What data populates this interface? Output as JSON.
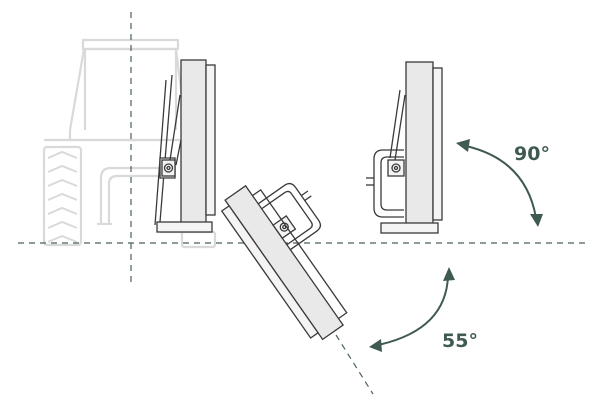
{
  "angles": {
    "upright_label": "90°",
    "tilted_label": "55°",
    "upright_value": 90,
    "tilted_value": 55
  },
  "colors": {
    "accent": "#3f5a52",
    "outline": "#3a3a3a",
    "body_fill": "#e9e9e9",
    "tractor_ghost": "#d9d9d9"
  }
}
